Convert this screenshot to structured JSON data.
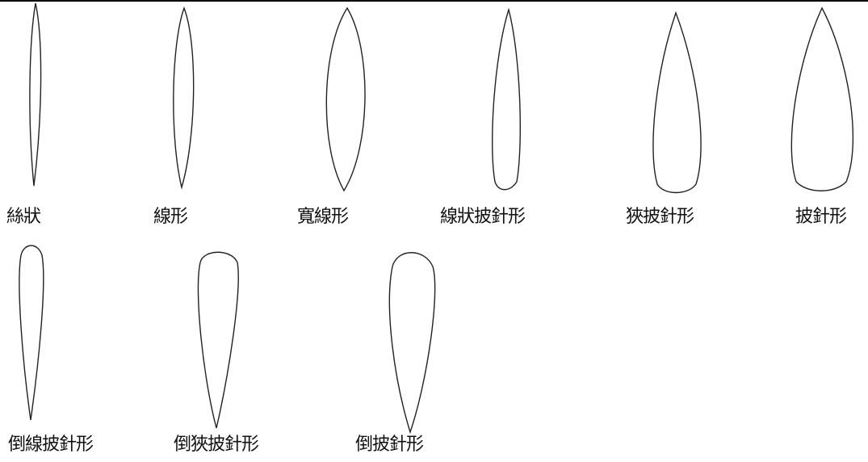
{
  "labels": [
    "絲狀",
    "線形",
    "寬線形",
    "線狀披針形",
    "狹披針形",
    "披針形",
    "倒線披針形",
    "倒狹披針形",
    "倒披針形"
  ],
  "colors": {
    "outline": "#222222",
    "text": "#111111",
    "background": "#ffffff"
  }
}
